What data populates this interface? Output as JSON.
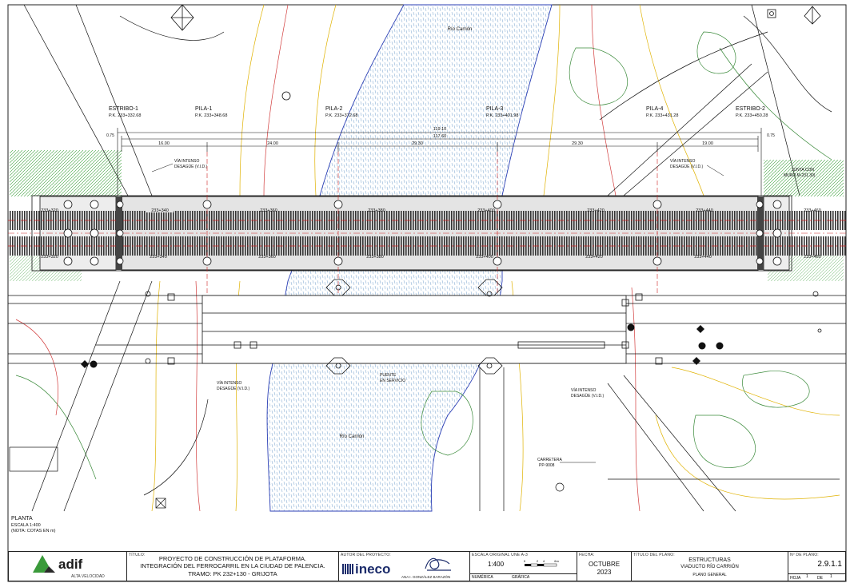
{
  "drawing": {
    "river_label_top": "Río Carrión",
    "river_label_bottom": "Río Carrión",
    "supports": [
      {
        "name": "ESTRIBO-1",
        "pk": "P.K. 233+332.68"
      },
      {
        "name": "PILA-1",
        "pk": "P.K. 233+348.68"
      },
      {
        "name": "PILA-2",
        "pk": "P.K. 233+372.68"
      },
      {
        "name": "PILA-3",
        "pk": "P.K. 233+401.98"
      },
      {
        "name": "PILA-4",
        "pk": "P.K. 233+431.28"
      },
      {
        "name": "ESTRIBO-2",
        "pk": "P.K. 233+450.28"
      }
    ],
    "dims": {
      "total": "119.10",
      "inner": "117.60",
      "end_left": "0.75",
      "end_right": "0.75",
      "spans": [
        "16.00",
        "24.00",
        "29.30",
        "29.30",
        "19.00"
      ]
    },
    "chainage_top": [
      "233+340",
      "233+360",
      "233+380",
      "233+400",
      "233+420",
      "233+440"
    ],
    "chainage_bottom": [
      "233+340",
      "233+360",
      "233+380",
      "233+400",
      "233+420",
      "233+440"
    ],
    "chainage_left": [
      "233+320",
      "233+320"
    ],
    "chainage_right": [
      "233+460",
      "233+460"
    ],
    "annotations": {
      "via_top_left_1": "VÍA INTENSO",
      "via_top_left_2": "DESAGÜE (V.I.D.)",
      "via_top_right_1": "VÍA INTENSO",
      "via_top_right_2": "DESAGÜE (V.I.D.)",
      "junta_1": "JUNTA CON",
      "junta_2": "MURO M-231.30)",
      "via_bot_left_1": "VÍA INTENSO",
      "via_bot_left_2": "DESAGÜE (V.I.D.)",
      "via_bot_right_1": "VÍA INTENSO",
      "via_bot_right_2": "DESAGÜE (V.I.D.)",
      "puente_1": "PUENTE",
      "puente_2": "EN SERVICIO",
      "carretera_1": "CARRETERA",
      "carretera_2": "PP-9008"
    },
    "plan_title": "PLANTA",
    "plan_scale": "ESCALA 1:400",
    "plan_note": "(NOTA: COTAS EN m)"
  },
  "titleblock": {
    "client_logo": "adif",
    "client_sub": "ALTA VELOCIDAD",
    "title_label": "TÍTULO:",
    "title_1": "PROYECTO DE CONSTRUCCIÓN DE PLATAFORMA.",
    "title_2": "INTEGRACIÓN DEL FERROCARRIL EN LA CIUDAD DE PALENCIA.",
    "title_3": "TRAMO: PK 232+130 - GRIJOTA",
    "author_label": "AUTOR DEL PROYECTO:",
    "company": "ineco",
    "author_name": "ANA I. GONZÁLEZ BARAZÓN",
    "scale_label": "ESCALA ORIGINAL UNE A-3",
    "scale_value": "1:400",
    "scale_numeric": "NUMÉRICA",
    "scale_graphic": "GRÁFICA",
    "scale_ticks": [
      "0",
      "2",
      "4",
      "6m"
    ],
    "date_label": "FECHA:",
    "date_month": "OCTUBRE",
    "date_year": "2023",
    "plan_label": "TÍTULO DEL PLANO:",
    "plan_1": "ESTRUCTURAS",
    "plan_2": "VIADUCTO RÍO CARRIÓN",
    "plan_3": "PLANO GENERAL",
    "number_label": "Nº DE PLANO:",
    "number_value": "2.9.1.1",
    "sheet_label": "HOJA",
    "sheet_value": "1",
    "of_label": "DE",
    "of_value": "1"
  }
}
